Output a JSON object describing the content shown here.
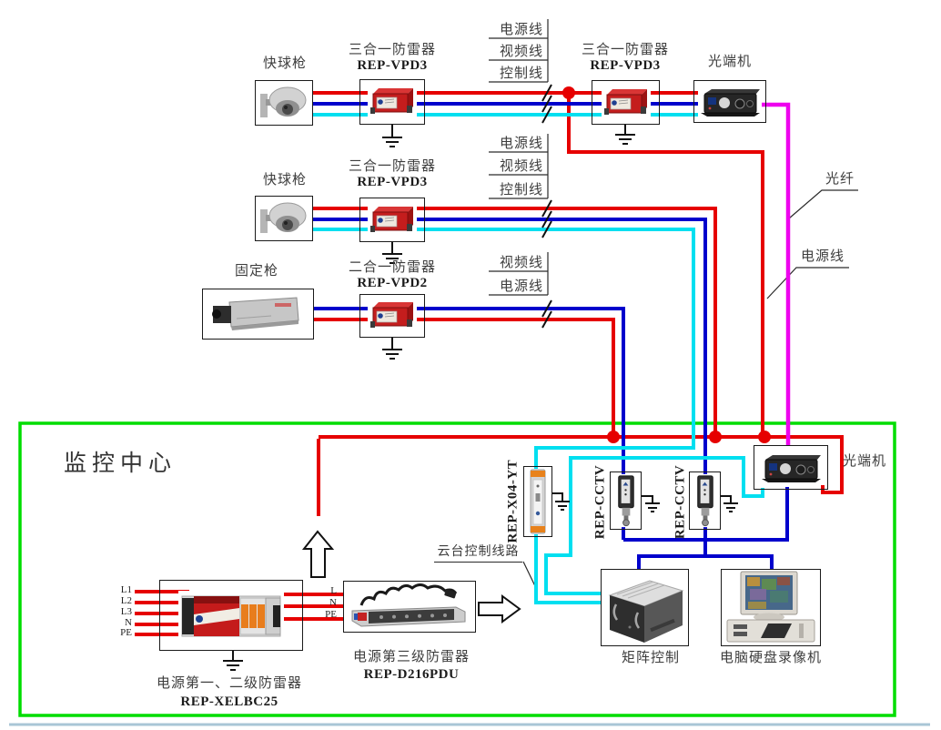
{
  "labels": {
    "center_title": "监控中心",
    "fiber": "光纤",
    "power_line_right": "电源线",
    "ptz_control": "云台控制线路",
    "optical_top": "光端机",
    "optical_center": "光端机"
  },
  "rows": [
    {
      "camera": "快球枪",
      "spd_title": "三合一防雷器",
      "spd_model": "REP-VPD3",
      "cables": [
        "电源线",
        "视频线",
        "控制线"
      ]
    },
    {
      "camera": "快球枪",
      "spd_title": "三合一防雷器",
      "spd_model": "REP-VPD3",
      "cables": [
        "电源线",
        "视频线",
        "控制线"
      ]
    },
    {
      "camera": "固定枪",
      "spd_title": "二合一防雷器",
      "spd_model": "REP-VPD2",
      "cables": [
        "视频线",
        "电源线"
      ]
    }
  ],
  "second_spd": {
    "title": "三合一防雷器",
    "model": "REP-VPD3"
  },
  "center": {
    "ptz_spd_model": "REP-X04-YT",
    "cctv_spd_model_1": "REP-CCTV",
    "cctv_spd_model_2": "REP-CCTV",
    "matrix_label": "矩阵控制",
    "dvr_label": "电脑硬盘录像机",
    "power_spd_stage12": {
      "title": "电源第一、二级防雷器",
      "model": "REP-XELBC25",
      "inputs": [
        "L1",
        "L2",
        "L3",
        "N",
        "PE"
      ],
      "outputs": [
        "L",
        "N",
        "PE"
      ]
    },
    "power_spd_stage3": {
      "title": "电源第三级防雷器",
      "model": "REP-D216PDU"
    }
  },
  "colors": {
    "power_line": "#e60000",
    "video_line": "#0000cc",
    "control_line": "#00dff0",
    "fiber_line": "#ee00ee",
    "center_boundary": "#00dd00",
    "junction_dot": "#e60000"
  }
}
